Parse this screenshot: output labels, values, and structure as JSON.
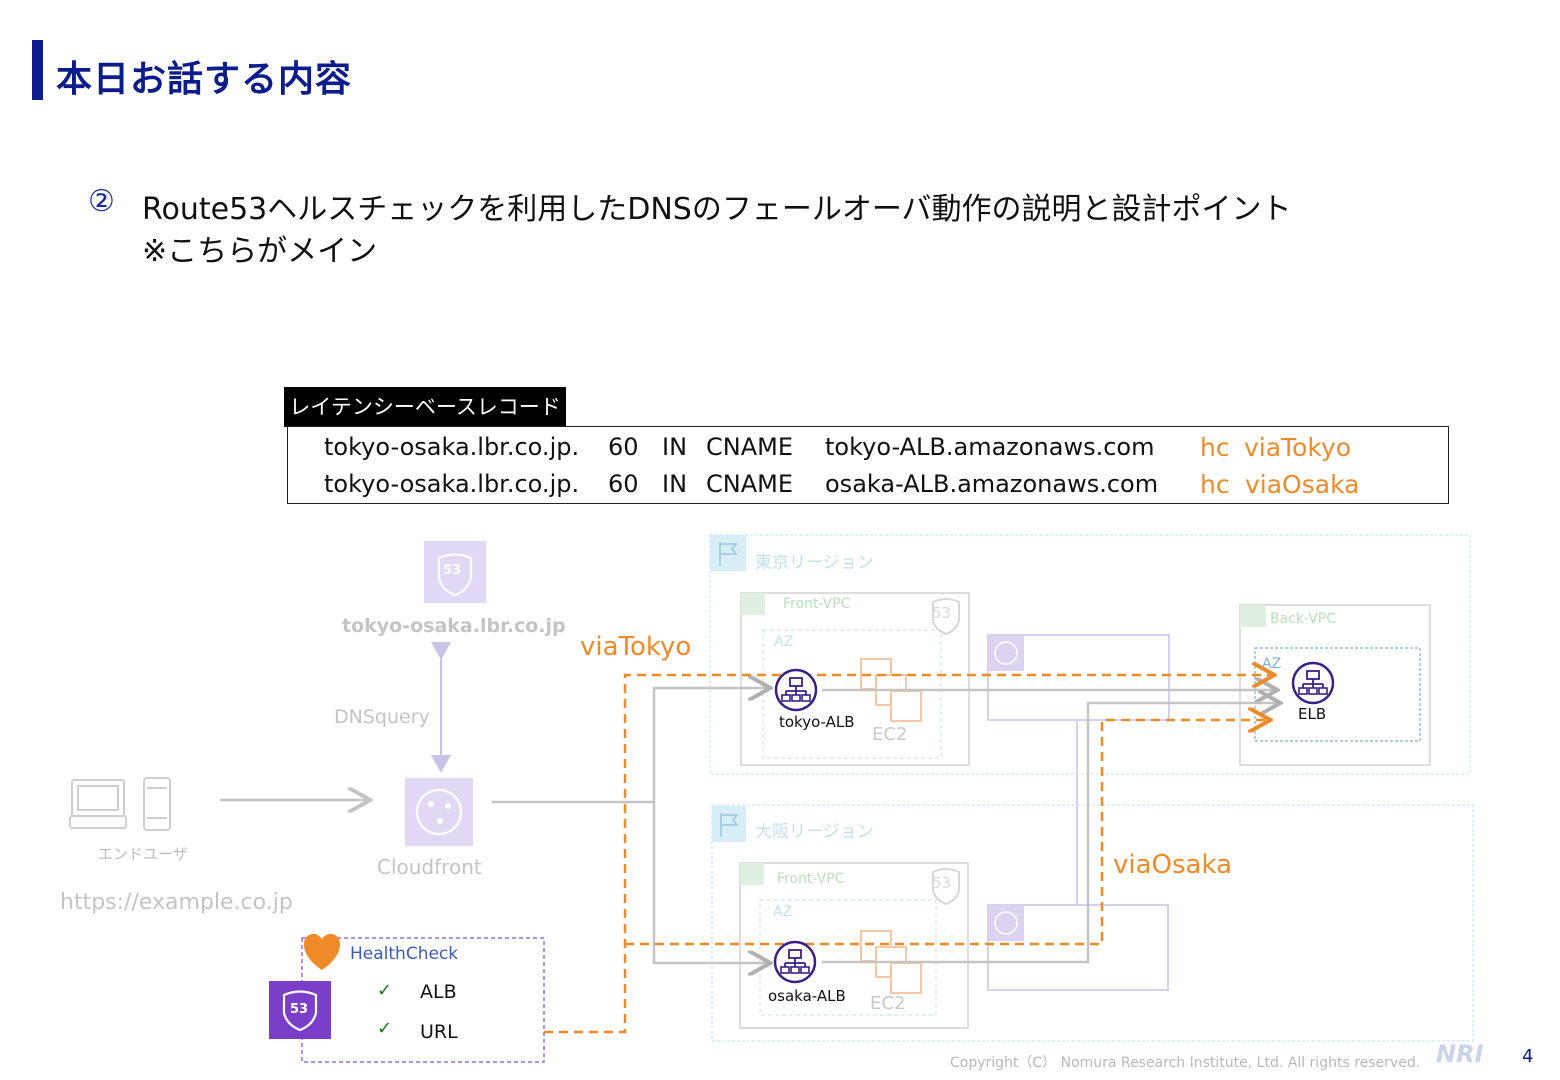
{
  "slide": {
    "title": "本日お話する内容",
    "item_number": "②",
    "item_line1": "Route53ヘルスチェックを利用したDNSのフェールオーバ動作の説明と設計ポイント",
    "item_line2": "※こちらがメイン"
  },
  "record": {
    "tag": "レイテンシーベースレコード",
    "rows": [
      {
        "name": "tokyo-osaka.lbr.co.jp.",
        "ttl": "60",
        "class": "IN",
        "type": "CNAME",
        "target": "tokyo-ALB.amazonaws.com",
        "hc": "hc",
        "hc_name": "viaTokyo"
      },
      {
        "name": "tokyo-osaka.lbr.co.jp.",
        "ttl": "60",
        "class": "IN",
        "type": "CNAME",
        "target": "osaka-ALB.amazonaws.com",
        "hc": "hc",
        "hc_name": "viaOsaka"
      }
    ]
  },
  "diagram": {
    "route53_domain": "tokyo-osaka.lbr.co.jp",
    "dns_query": "DNSquery",
    "enduser": "エンドユーザ",
    "cloudfront": "Cloudfront",
    "url": "https://example.co.jp",
    "via_tokyo": "viaTokyo",
    "via_osaka": "viaOsaka",
    "tokyo_region": "東京リージョン",
    "osaka_region": "大阪リージョン",
    "front_vpc": "Front-VPC",
    "back_vpc": "Back-VPC",
    "az": "AZ",
    "tokyo_alb": "tokyo-ALB",
    "osaka_alb": "osaka-ALB",
    "ec2": "EC2",
    "elb": "ELB",
    "route53_badge": "53",
    "healthcheck": {
      "title": "HealthCheck",
      "check_mark": "✓",
      "items": [
        "ALB",
        "URL"
      ]
    }
  },
  "footer": {
    "copyright": "Copyright（C） Nomura Research Institute, Ltd. All rights reserved.",
    "logo": "NRI",
    "page": "4"
  },
  "colors": {
    "title": "#0d1c8c",
    "accent_orange": "#ef8a28",
    "faded_gray": "#c8c8c8",
    "route53_purple": "#7a3ec9",
    "lavender": "#d8c9ef",
    "region_border": "#bfe0f0"
  }
}
